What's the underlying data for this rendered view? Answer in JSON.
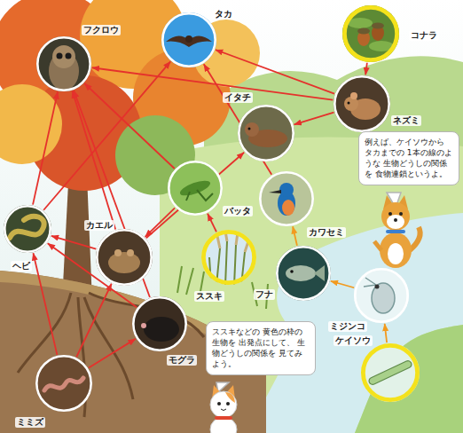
{
  "diagram": {
    "nodes": [
      {
        "text": [
          "フクロウ"
        ]
      },
      {
        "text": [
          "タカ"
        ]
      },
      {
        "text": [
          "コナラ"
        ]
      },
      {
        "text": [
          "ネズミ"
        ]
      },
      {
        "text": [
          "イタチ"
        ]
      },
      {
        "text": [
          "バッタ"
        ]
      },
      {
        "text": [
          "カワセミ"
        ]
      },
      {
        "text": [
          "カエル"
        ]
      },
      {
        "text": [
          "ヘビ"
        ]
      },
      {
        "text": [
          "ススキ"
        ]
      },
      {
        "text": [
          "フナ"
        ]
      },
      {
        "text": [
          "ミジンコ"
        ]
      },
      {
        "text": [
          "ケイソウ"
        ]
      },
      {
        "text": [
          "モグラ"
        ]
      },
      {
        "text": [
          "ミミズ"
        ]
      },
      {
        "text": [
          "例えば、ケイソウから タカまでの 1本の線のような 生物どうしの関係を 食物連鎖というよ。"
        ]
      },
      {
        "text": [
          "ススキなどの 黄色の枠の生物を 出発点にして、 生物どうしの関係を 見てみよう。"
        ]
      }
    ],
    "edges": [
      {
        "from": 2,
        "to": 3,
        "arrow": "to"
      },
      {
        "from": 3,
        "to": 1,
        "arrow": "to"
      },
      {
        "from": 3,
        "to": 0,
        "arrow": "to"
      },
      {
        "from": 3,
        "to": 4,
        "arrow": "to"
      },
      {
        "from": 9,
        "to": 5,
        "arrow": "to"
      },
      {
        "from": 5,
        "to": 7,
        "arrow": "to"
      },
      {
        "from": 5,
        "to": 0,
        "arrow": "to"
      },
      {
        "from": 7,
        "to": 8,
        "arrow": "to"
      },
      {
        "from": 7,
        "to": 0,
        "arrow": "to"
      },
      {
        "from": 7,
        "to": 4,
        "arrow": "to"
      },
      {
        "from": 8,
        "to": 0,
        "arrow": "to"
      },
      {
        "from": 8,
        "to": 1,
        "arrow": "to"
      },
      {
        "from": 13,
        "to": 0,
        "arrow": "to"
      },
      {
        "from": 13,
        "to": 8,
        "arrow": "to"
      },
      {
        "from": 14,
        "to": 13,
        "arrow": "to"
      },
      {
        "from": 14,
        "to": 7,
        "arrow": "to"
      },
      {
        "from": 14,
        "to": 8,
        "arrow": "to"
      },
      {
        "from": 12,
        "to": 11,
        "arrow": "to"
      },
      {
        "from": 11,
        "to": 10,
        "arrow": "to"
      },
      {
        "from": 10,
        "to": 6,
        "arrow": "to"
      },
      {
        "from": 6,
        "to": 1,
        "arrow": "to"
      }
    ]
  }
}
